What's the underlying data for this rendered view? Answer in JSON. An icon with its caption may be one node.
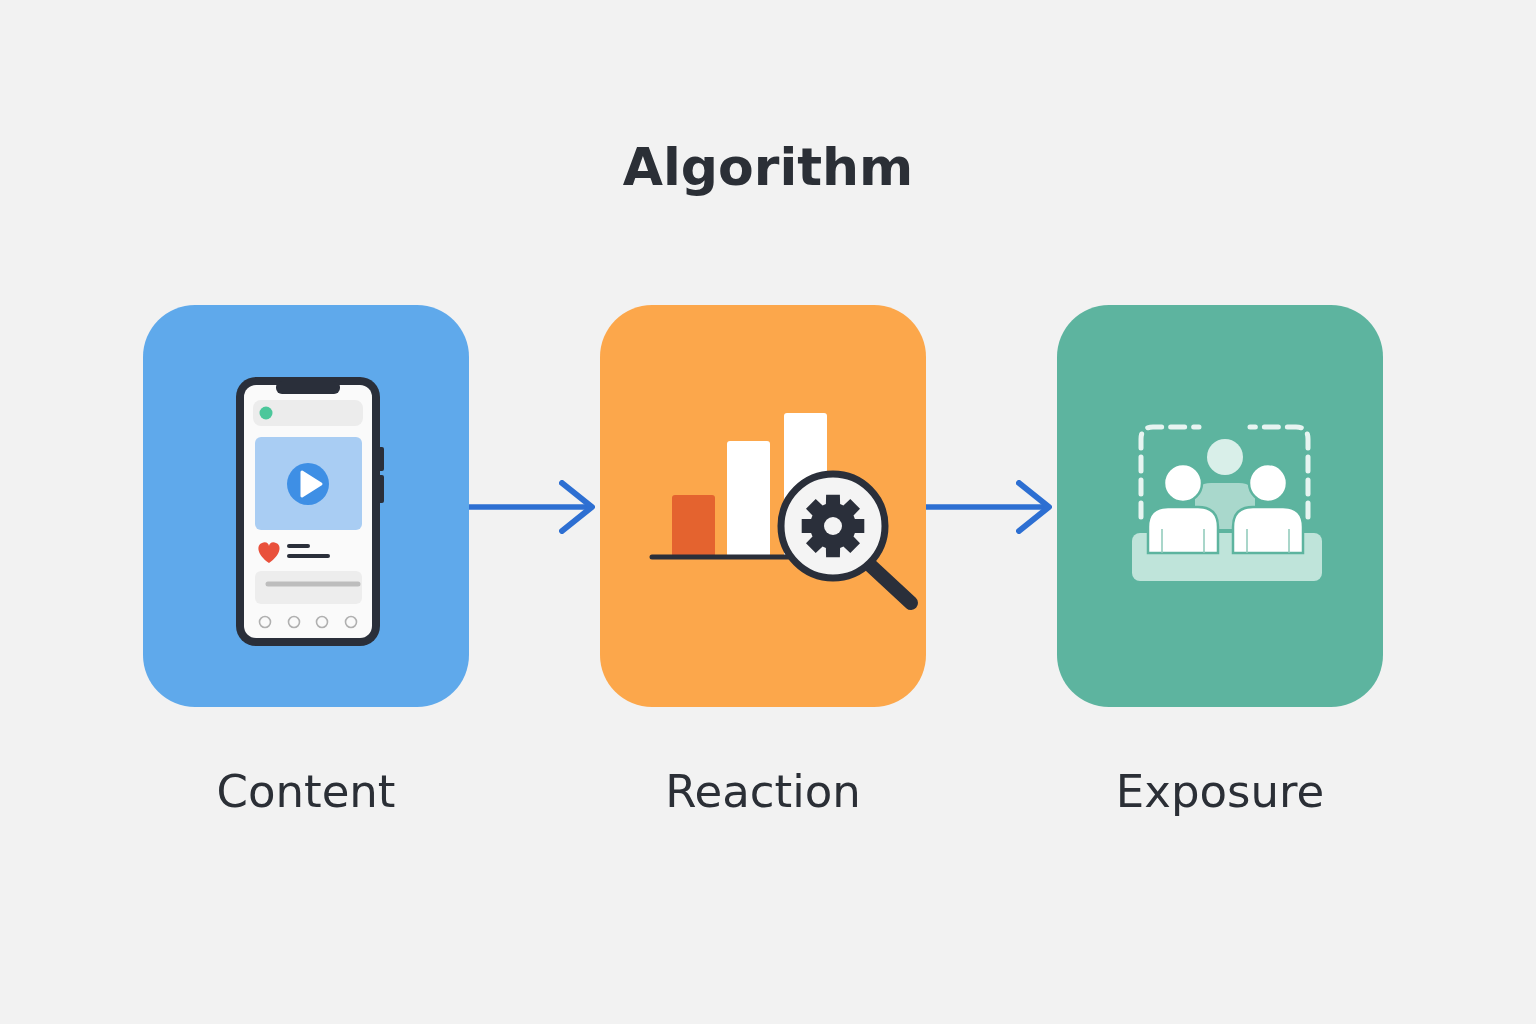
{
  "diagram": {
    "title": "Algorithm",
    "nodes": [
      {
        "text": [
          "Content"
        ]
      },
      {
        "text": [
          "Reaction"
        ]
      },
      {
        "text": [
          "Exposure"
        ]
      }
    ],
    "edges": [
      {
        "from": 0,
        "to": 1,
        "arrow": "to"
      },
      {
        "from": 1,
        "to": 2,
        "arrow": "to"
      }
    ]
  }
}
